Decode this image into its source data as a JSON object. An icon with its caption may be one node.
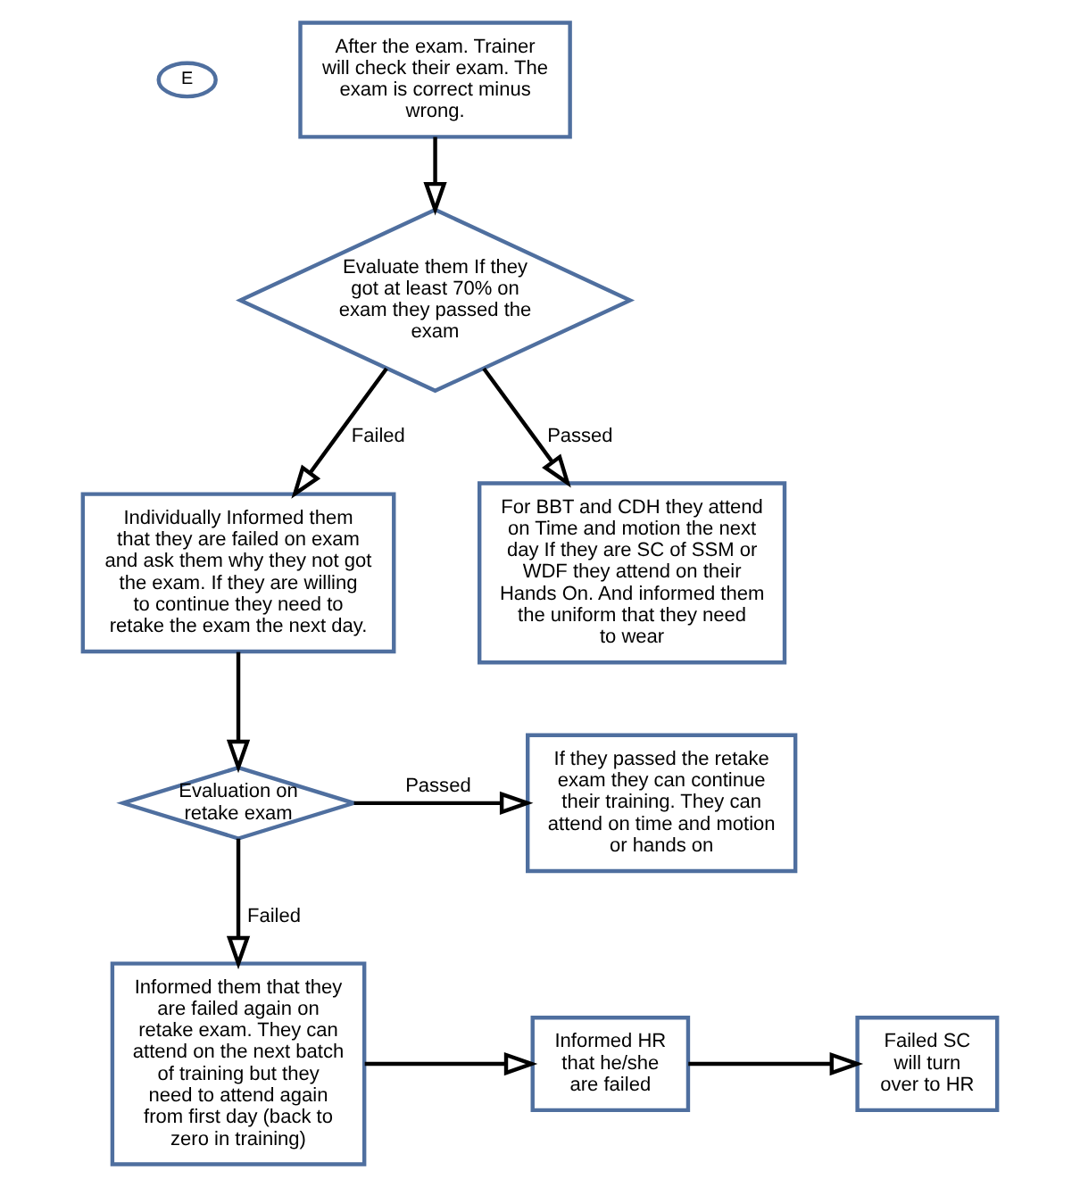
{
  "diagram": {
    "nodes": [
      {
        "text": [
          "E"
        ]
      },
      {
        "text": [
          "After the exam. Trainer will check their exam. The exam is correct minus wrong."
        ]
      },
      {
        "text": [
          "Evaluate them If they got at least 70% on exam they passed the exam"
        ]
      },
      {
        "text": [
          "Individually Informed them that they are failed on exam and ask them why they not got the exam. If they are willing to continue they need to retake the exam the next day."
        ]
      },
      {
        "text": [
          "For BBT and CDH they attend on Time and motion the next day If they are SC of SSM or WDF they attend on their Hands On. And informed them the uniform that they need to wear"
        ]
      },
      {
        "text": [
          "Evaluation on retake exam"
        ]
      },
      {
        "text": [
          "If they passed the retake exam they can continue their training. They can attend on time and motion or hands on"
        ]
      },
      {
        "text": [
          "Informed them that they are failed again on retake exam. They can attend on the next batch of training but they need to attend again from first day (back to zero in training)"
        ]
      },
      {
        "text": [
          "Informed HR that he/she are failed"
        ]
      },
      {
        "text": [
          "Failed SC will turn over to HR"
        ]
      }
    ],
    "edges": [
      {
        "from": 1,
        "to": 2,
        "arrow": "to"
      },
      {
        "from": 2,
        "to": 3,
        "arrow": "to",
        "label": "Failed"
      },
      {
        "from": 2,
        "to": 4,
        "arrow": "to",
        "label": "Passed"
      },
      {
        "from": 3,
        "to": 5,
        "arrow": "to"
      },
      {
        "from": 5,
        "to": 6,
        "arrow": "to",
        "label": "Passed"
      },
      {
        "from": 5,
        "to": 7,
        "arrow": "to",
        "label": "Failed"
      },
      {
        "from": 7,
        "to": 8,
        "arrow": "to"
      },
      {
        "from": 8,
        "to": 9,
        "arrow": "to"
      }
    ]
  }
}
